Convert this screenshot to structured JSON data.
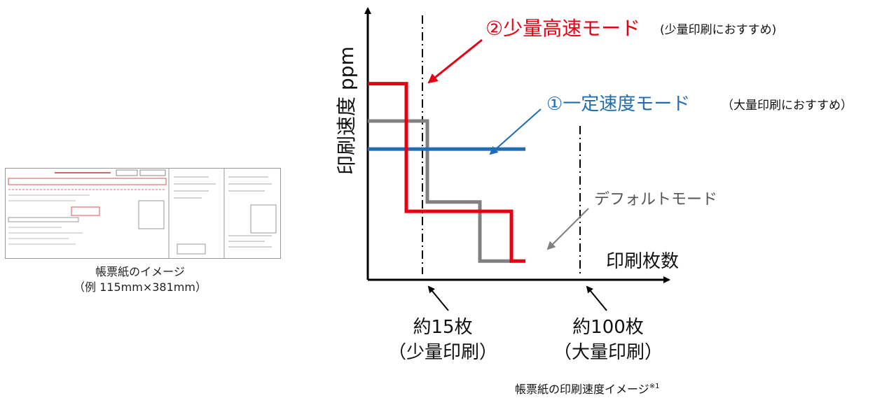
{
  "form_image": {
    "caption_line1": "帳票紙のイメージ",
    "caption_line2": "（例  115mm×381mm）"
  },
  "chart_data": {
    "type": "line",
    "ylabel": "印刷速度 ppm",
    "xlabel": "印刷枚数",
    "figure_caption": "帳票紙の印刷速度イメージ",
    "figure_caption_note": "※1",
    "x_markers": [
      {
        "line1": "約15枚",
        "line2": "（少量印刷）"
      },
      {
        "line1": "約100枚",
        "line2": "（大量印刷）"
      }
    ],
    "series": [
      {
        "name": "②少量高速モード",
        "note": "(少量印刷におすすめ)",
        "color": "#e60012",
        "points": [
          [
            0,
            6.3
          ],
          [
            1.1,
            6.3
          ],
          [
            1.1,
            2.2
          ],
          [
            4.1,
            2.2
          ],
          [
            4.1,
            0.6
          ],
          [
            4.5,
            0.6
          ]
        ]
      },
      {
        "name": "①一定速度モード",
        "note": "（大量印刷におすすめ）",
        "color": "#1f6db5",
        "points": [
          [
            0,
            4.2
          ],
          [
            4.5,
            4.2
          ]
        ]
      },
      {
        "name": "デフォルトモード",
        "note": "",
        "color": "#808080",
        "points": [
          [
            0,
            5.1
          ],
          [
            1.7,
            5.1
          ],
          [
            1.7,
            2.5
          ],
          [
            3.2,
            2.5
          ],
          [
            3.2,
            0.6
          ],
          [
            4.1,
            0.6
          ]
        ]
      }
    ]
  }
}
